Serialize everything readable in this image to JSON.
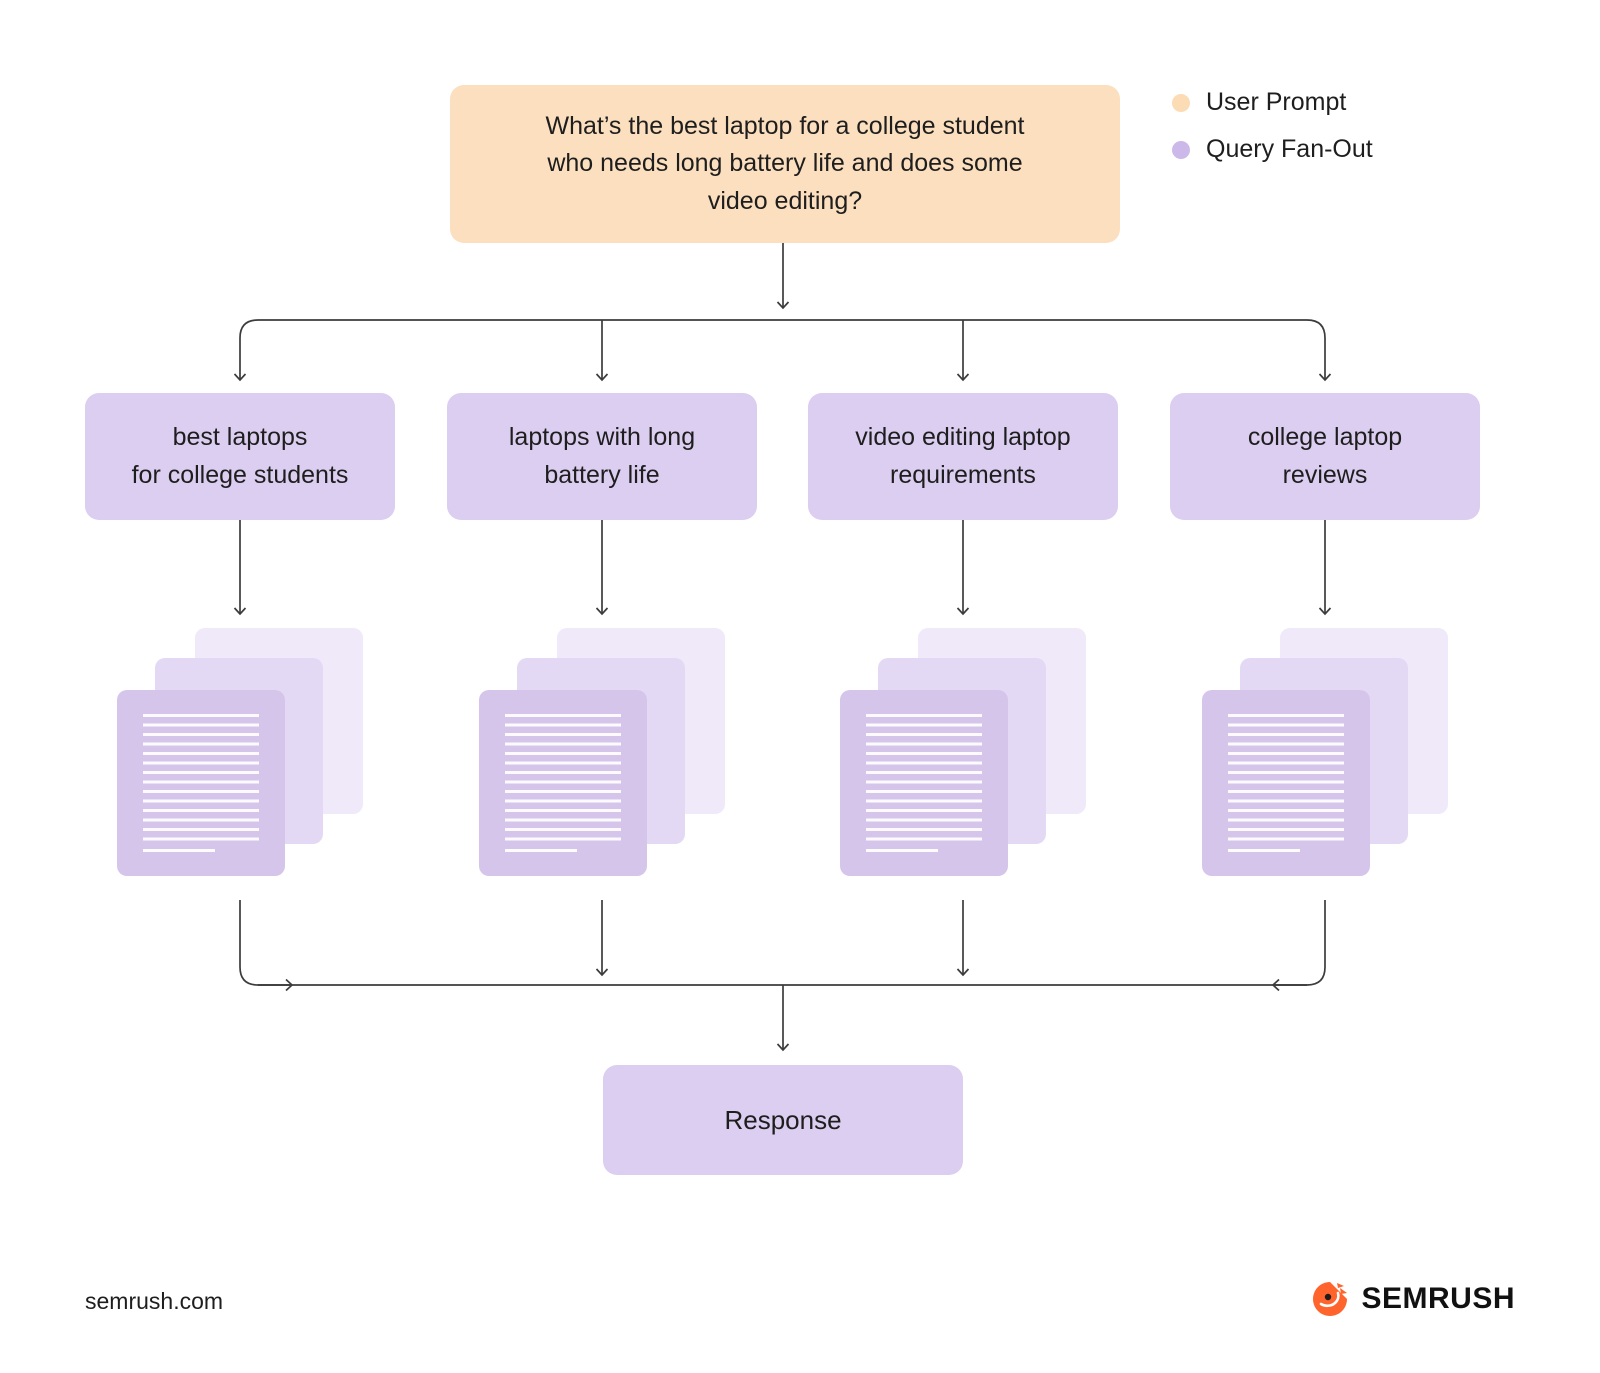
{
  "colors": {
    "user_prompt_fill": "#FBDFBE",
    "query_fanout_fill": "#DCCEF0",
    "document_front": "#D5C5EB",
    "document_mid": "#E4D9F4",
    "document_back": "#EFE9F9",
    "connector": "#3C3C3C",
    "brand_orange": "#FF642D"
  },
  "legend": {
    "items": [
      {
        "id": "user-prompt",
        "label": "User Prompt"
      },
      {
        "id": "query-fanout",
        "label": "Query Fan-Out"
      }
    ]
  },
  "prompt": {
    "text": "What’s the best laptop for a college student\nwho needs long battery life and does some\nvideo editing?"
  },
  "queries": [
    {
      "label": "best laptops\nfor college students"
    },
    {
      "label": "laptops with long\nbattery life"
    },
    {
      "label": "video editing laptop\nrequirements"
    },
    {
      "label": "college laptop\nreviews"
    }
  ],
  "response": {
    "label": "Response"
  },
  "footer": {
    "website": "semrush.com",
    "brand": "SEMRUSH"
  }
}
